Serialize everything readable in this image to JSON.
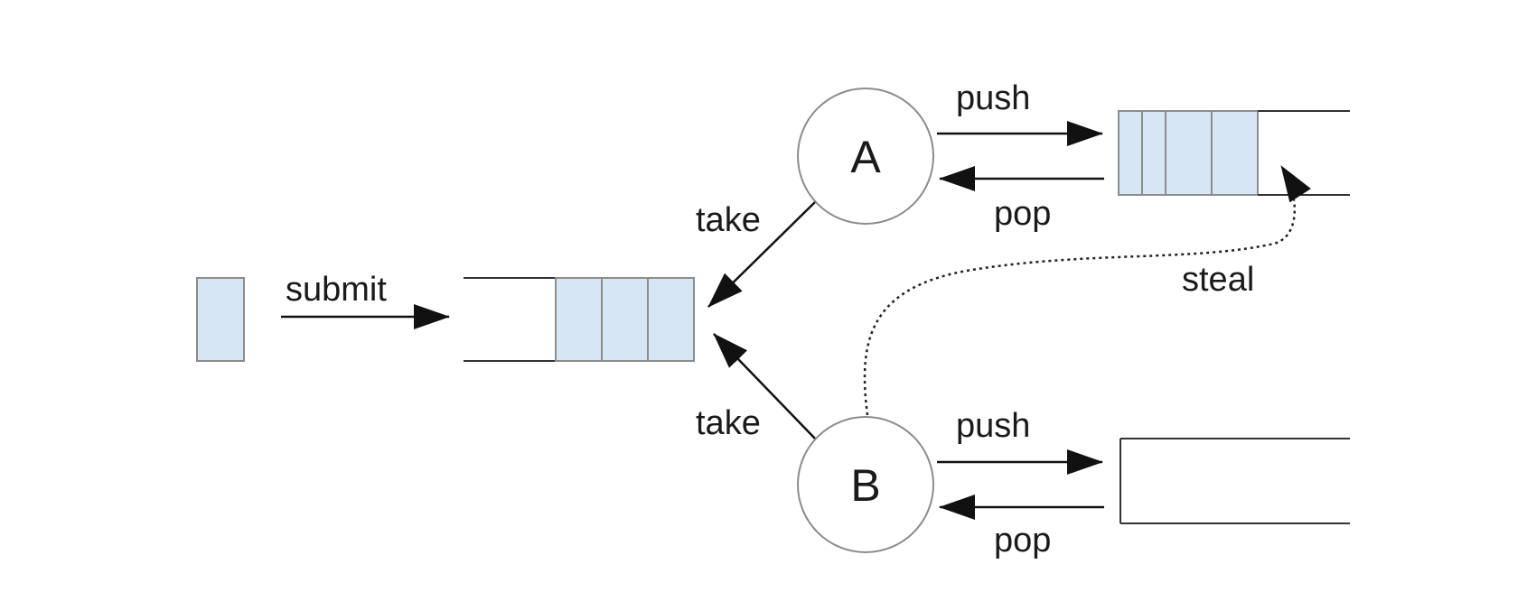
{
  "diagram": {
    "task": {
      "cell_color": "#d6e6f4"
    },
    "labels": {
      "submit": "submit",
      "take_a": "take",
      "take_b": "take",
      "push_a": "push",
      "pop_a": "pop",
      "push_b": "push",
      "pop_b": "pop",
      "steal": "steal"
    },
    "nodes": {
      "a": "A",
      "b": "B"
    },
    "queues": {
      "submission": {
        "filled_cells": 3
      },
      "worker_a": {
        "filled_cells": 4
      },
      "worker_b": {
        "filled_cells": 0
      }
    }
  }
}
